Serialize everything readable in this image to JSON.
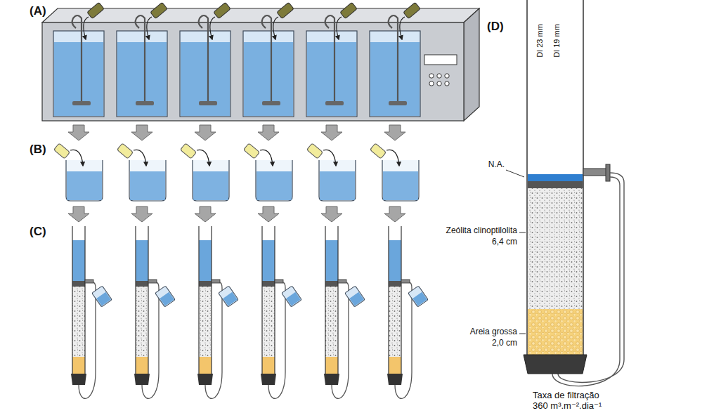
{
  "diagram": {
    "labels": [
      "(A)",
      "(B)",
      "(C)",
      "(D)",
      "DI 23 mm",
      "DI 19 mm",
      "N.A.",
      "Zeólita clinoptilolita",
      "6,4 cm",
      "Areia grossa",
      "2,0 cm",
      "Taxa de filtração",
      "360 m³.m⁻².dia⁻¹"
    ]
  }
}
